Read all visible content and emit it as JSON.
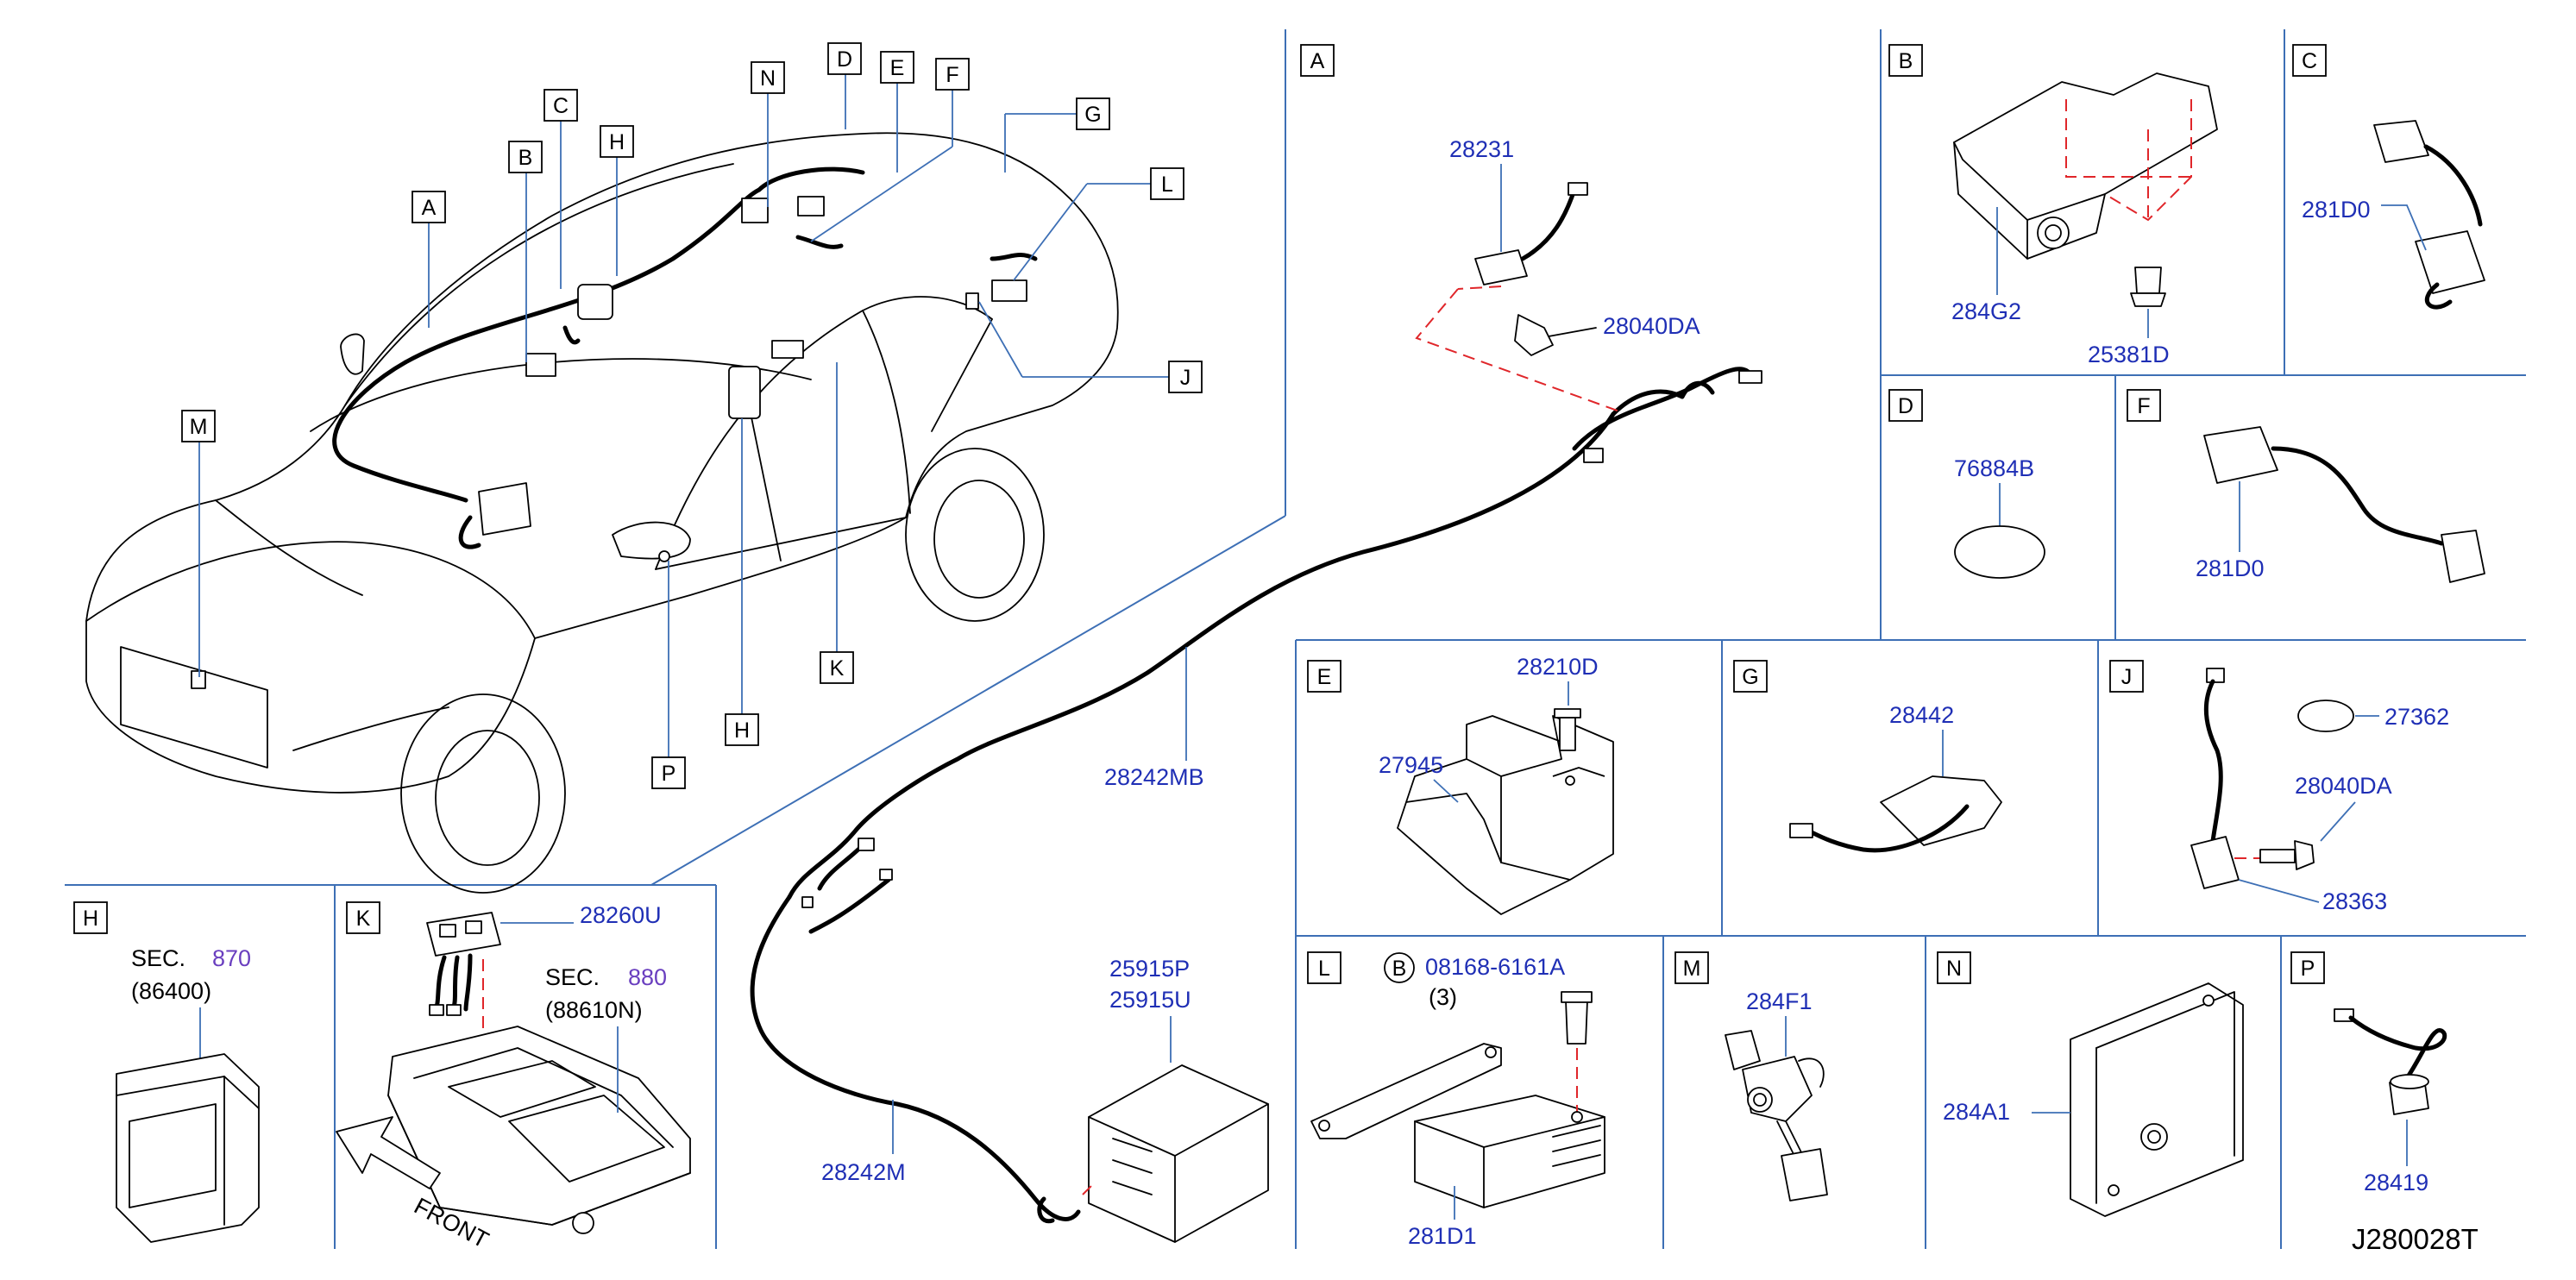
{
  "diagram_ref": "J280028T",
  "car_callouts": {
    "A": "A",
    "B": "B",
    "C": "C",
    "D": "D",
    "E": "E",
    "F": "F",
    "G": "G",
    "H": "H",
    "H2": "H",
    "J": "J",
    "K": "K",
    "L": "L",
    "M": "M",
    "N": "N",
    "P": "P"
  },
  "panels": {
    "A": {
      "letter": "A",
      "parts": [
        "28231",
        "28040DA",
        "28242MB",
        "28242M",
        "25915P",
        "25915U"
      ]
    },
    "B": {
      "letter": "B",
      "parts": [
        "284G2",
        "25381D"
      ]
    },
    "C": {
      "letter": "C",
      "parts": [
        "281D0"
      ]
    },
    "D": {
      "letter": "D",
      "parts": [
        "76884B"
      ]
    },
    "E": {
      "letter": "E",
      "parts": [
        "28210D",
        "27945"
      ]
    },
    "F": {
      "letter": "F",
      "parts": [
        "281D0"
      ]
    },
    "G": {
      "letter": "G",
      "parts": [
        "28442"
      ]
    },
    "H": {
      "letter": "H",
      "sec_label": "SEC.",
      "sec_num": "870",
      "sub": "(86400)"
    },
    "J": {
      "letter": "J",
      "parts": [
        "27362",
        "28040DA",
        "28363"
      ]
    },
    "K": {
      "letter": "K",
      "parts": [
        "28260U"
      ],
      "sec_label": "SEC.",
      "sec_num": "880",
      "sub": "(88610N)",
      "front_label": "FRONT"
    },
    "L": {
      "letter": "L",
      "circle_letter": "B",
      "bolt_part": "08168-6161A",
      "qty": "(3)",
      "parts": [
        "281D1"
      ]
    },
    "M": {
      "letter": "M",
      "parts": [
        "284F1"
      ]
    },
    "N": {
      "letter": "N",
      "parts": [
        "284A1"
      ]
    },
    "P": {
      "letter": "P",
      "parts": [
        "28419"
      ]
    }
  },
  "colors": {
    "frame": "#3d6fb5",
    "part_number": "#1f2fb5",
    "section_number": "#6a3fbf",
    "dashed_guide": "#e0262a"
  }
}
